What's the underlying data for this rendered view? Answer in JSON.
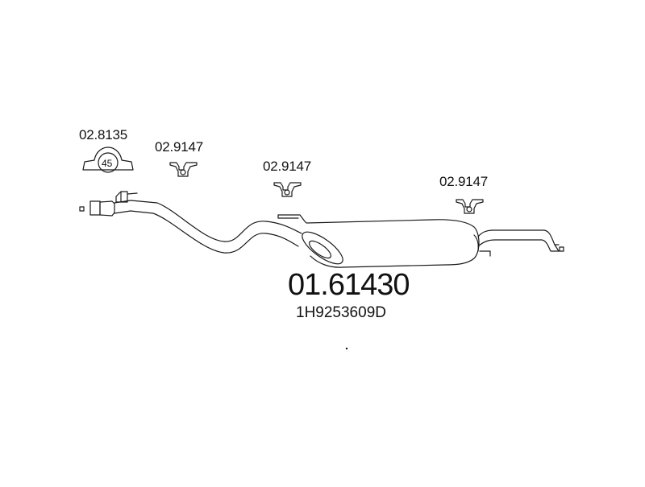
{
  "labels": {
    "clamp_part": "02.8135",
    "clamp_size": "45",
    "hanger_1": "02.9147",
    "hanger_2": "02.9147",
    "hanger_3": "02.9147"
  },
  "part_number": "01.61430",
  "oem_number": "1H9253609D",
  "colors": {
    "line": "#1a1a1a",
    "background": "#ffffff"
  }
}
